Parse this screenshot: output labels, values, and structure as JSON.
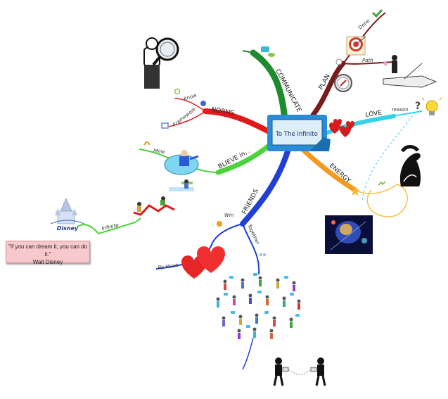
{
  "central_topic": {
    "label": "To The Infinite"
  },
  "branches": {
    "communicate": {
      "label": "COMMUNICATE",
      "color": "#1f8a2e"
    },
    "plan": {
      "label": "PLAN",
      "color": "#7a1a1a",
      "done": "Done",
      "path": "Path"
    },
    "love": {
      "label": "LOVE",
      "color": "#33d3e8",
      "reason": "reason"
    },
    "energy": {
      "label": "ENERGY",
      "color": "#f39a1c"
    },
    "friends": {
      "label": "FRIENDS",
      "color": "#1f3fd6",
      "win": "Win",
      "together": "Together",
      "by_heart": "By Heart"
    },
    "believe": {
      "label": "BLIEVE in...",
      "color": "#4cd23a",
      "mine": "Mine",
      "infinite": "Infinite"
    },
    "norms": {
      "label": "NORMS",
      "color": "#e01a1a",
      "know": "Know",
      "framework": "Framework"
    }
  },
  "quote": {
    "line1": "\"If you can dream it, you can do it.\"",
    "line2": "Walt Disney"
  },
  "logo_text": "Disney",
  "icons": [
    "magnifier-person-icon",
    "chat-bubble-icon",
    "target-icon",
    "checkmark-icon",
    "compass-icon",
    "crossroads-icon",
    "hearts-icon",
    "lightbulb-icon",
    "question-icon",
    "muscle-arm-icon",
    "brain-image",
    "ladder-icon",
    "castle-icon",
    "big-heart-icon",
    "people-network-icon",
    "person-scale-icon"
  ]
}
